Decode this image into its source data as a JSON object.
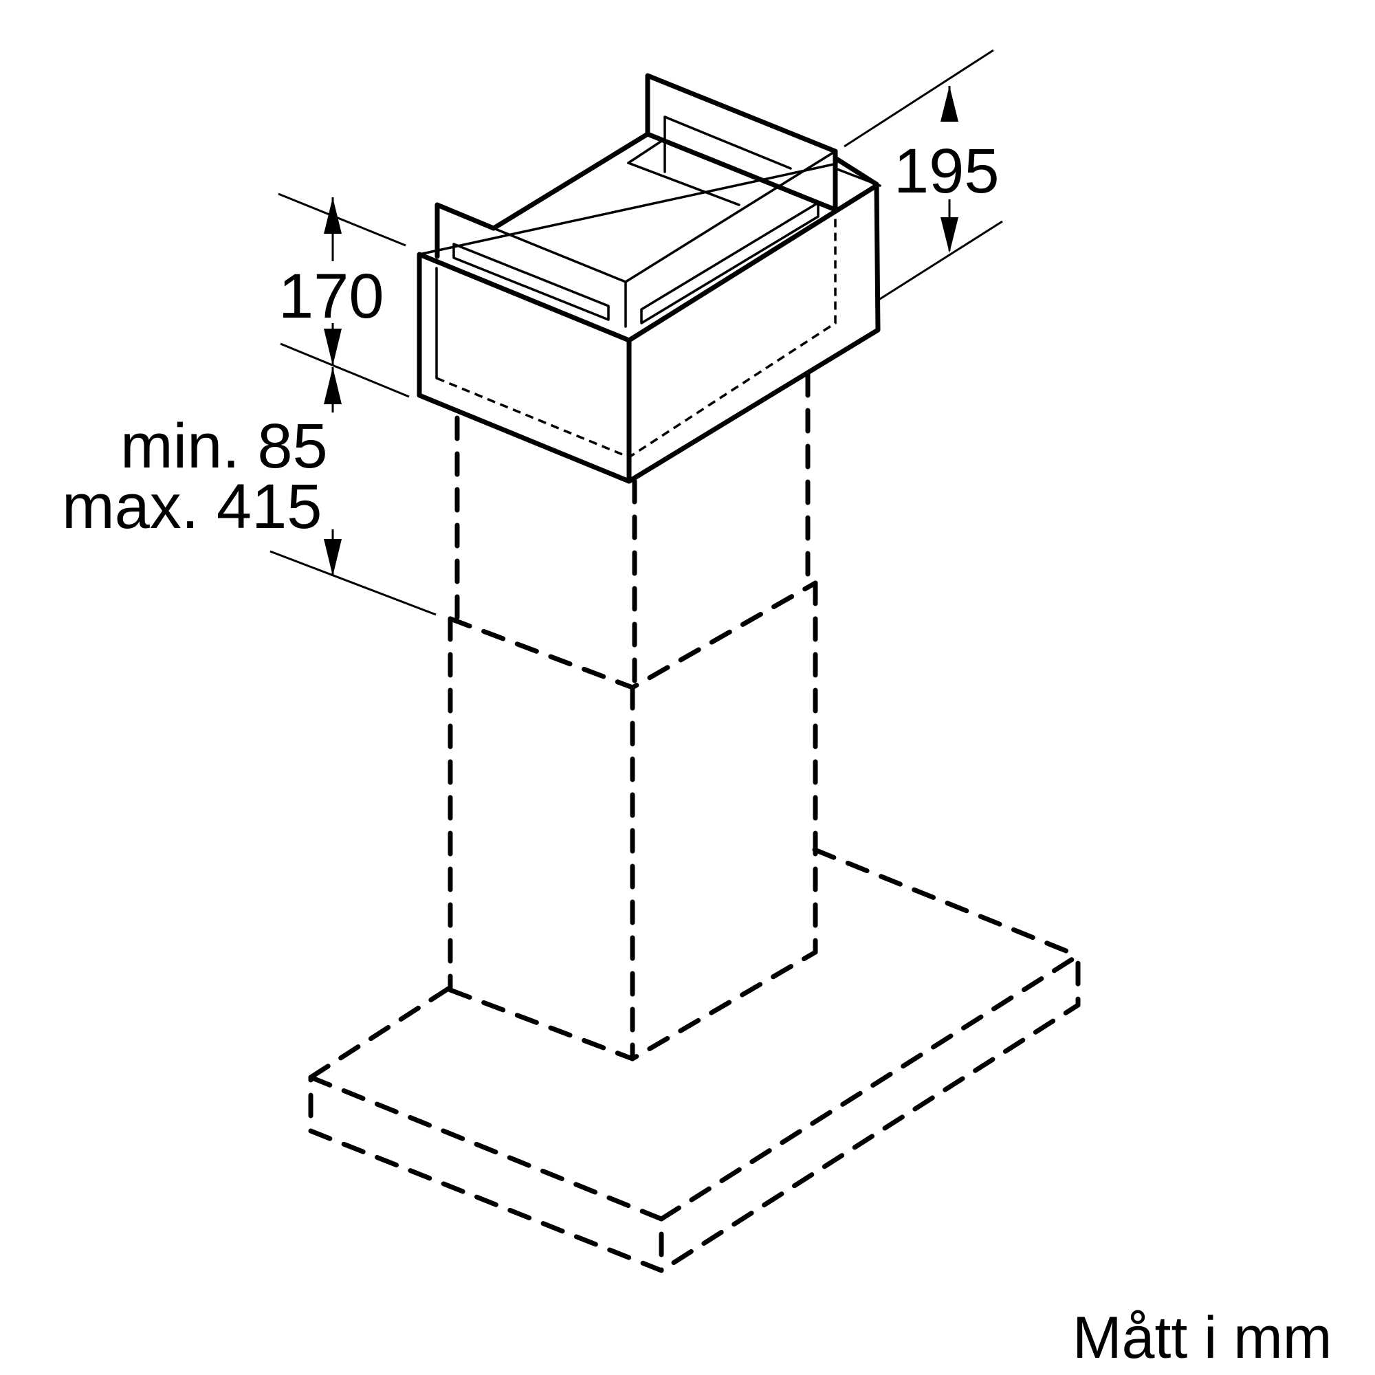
{
  "dimensions": {
    "top_depth": "195",
    "module_height": "170",
    "gap_min": "min. 85",
    "gap_max": "max. 415"
  },
  "units_note": "Mått i mm"
}
